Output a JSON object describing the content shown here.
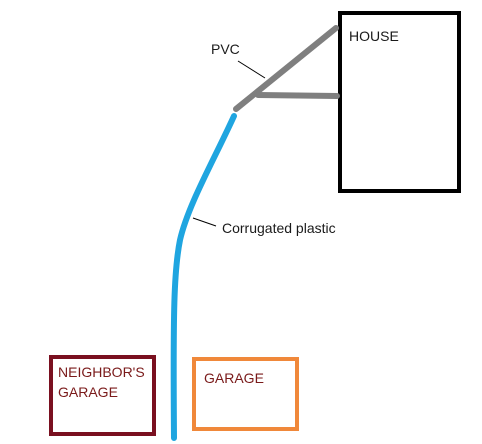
{
  "labels": {
    "house": "HOUSE",
    "pvc": "PVC",
    "corrugated": "Corrugated plastic",
    "neighbor_line1": "NEIGHBOR'S",
    "neighbor_line2": "GARAGE",
    "garage": "GARAGE"
  },
  "colors": {
    "house_outline": "#000000",
    "pvc_pipe": "#7f7f7f",
    "corrugated_pipe": "#1fa5e0",
    "neighbor_garage_outline": "#7a1020",
    "garage_outline": "#f0883a",
    "garage_label": "#7a1a1a",
    "text": "#1a1a1a",
    "leader_line": "#000000"
  }
}
